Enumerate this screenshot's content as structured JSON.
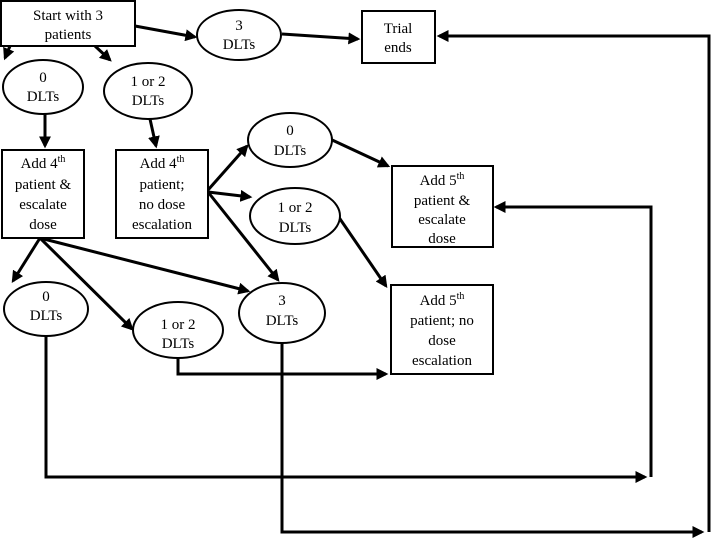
{
  "nodes": {
    "start": {
      "lines": [
        "Start with 3",
        "patients"
      ]
    },
    "top_3dlt": {
      "lines": [
        "3",
        "DLTs"
      ]
    },
    "trial_ends": {
      "lines": [
        "Trial",
        "ends"
      ]
    },
    "first_0dlt": {
      "lines": [
        "0",
        "DLTs"
      ]
    },
    "first_12dlt": {
      "lines": [
        "1 or 2",
        "DLTs"
      ]
    },
    "add4_escalate": {
      "line1_base": "Add 4",
      "line1_sup": "th",
      "lines": [
        "patient &",
        "escalate",
        "dose"
      ]
    },
    "add4_noesc": {
      "line1_base": "Add 4",
      "line1_sup": "th",
      "lines": [
        "patient;",
        "no dose",
        "escalation"
      ]
    },
    "second_0dlt": {
      "lines": [
        "0",
        "DLTs"
      ]
    },
    "second_12dlt": {
      "lines": [
        "1 or 2",
        "DLTs"
      ]
    },
    "add5_escalate": {
      "line1_base": "Add 5",
      "line1_sup": "th",
      "lines": [
        "patient &",
        "escalate",
        "dose"
      ]
    },
    "add5_noesc": {
      "line1_base": "Add 5",
      "line1_sup": "th",
      "lines": [
        "patient; no",
        "dose",
        "escalation"
      ]
    },
    "third_0dlt": {
      "lines": [
        "0",
        "DLTs"
      ]
    },
    "third_12dlt": {
      "lines": [
        "1 or 2",
        "DLTs"
      ]
    },
    "third_3dlt": {
      "lines": [
        "3",
        "DLTs"
      ]
    }
  }
}
